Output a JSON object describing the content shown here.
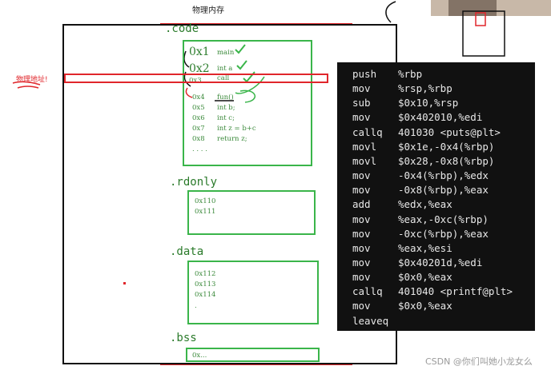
{
  "diagram": {
    "title": "物理内存",
    "physical_address_label": "物理地址!",
    "segments": {
      "code": {
        "label": ".code",
        "big_addrs": [
          "0x1",
          "0x2"
        ],
        "rows": [
          {
            "addr": "",
            "text": "main"
          },
          {
            "addr": "",
            "text": "int a"
          },
          {
            "addr": "0x3",
            "text": "call"
          },
          {
            "addr": "0x4",
            "text": "fun()"
          },
          {
            "addr": "0x5",
            "text": "int b;"
          },
          {
            "addr": "0x6",
            "text": "int c;"
          },
          {
            "addr": "0x7",
            "text": "int z = b+c"
          },
          {
            "addr": "0x8",
            "text": "return z;"
          },
          {
            "addr": ". . . .",
            "text": ""
          }
        ]
      },
      "rdonly": {
        "label": ".rdonly",
        "rows": [
          "0x110",
          "0x111"
        ]
      },
      "data": {
        "label": ".data",
        "rows": [
          "0x112",
          "0x113",
          "0x114",
          "."
        ]
      },
      "bss": {
        "label": ".bss",
        "rows": [
          "0x..."
        ]
      }
    }
  },
  "assembly": [
    {
      "op": "push",
      "args": "%rbp"
    },
    {
      "op": "mov",
      "args": "%rsp,%rbp"
    },
    {
      "op": "sub",
      "args": "$0x10,%rsp"
    },
    {
      "op": "mov",
      "args": "$0x402010,%edi"
    },
    {
      "op": "callq",
      "args": "401030 <puts@plt>"
    },
    {
      "op": "movl",
      "args": "$0x1e,-0x4(%rbp)"
    },
    {
      "op": "movl",
      "args": "$0x28,-0x8(%rbp)"
    },
    {
      "op": "mov",
      "args": "-0x4(%rbp),%edx"
    },
    {
      "op": "mov",
      "args": "-0x8(%rbp),%eax"
    },
    {
      "op": "add",
      "args": "%edx,%eax"
    },
    {
      "op": "mov",
      "args": "%eax,-0xc(%rbp)"
    },
    {
      "op": "mov",
      "args": "-0xc(%rbp),%eax"
    },
    {
      "op": "mov",
      "args": "%eax,%esi"
    },
    {
      "op": "mov",
      "args": "$0x40201d,%edi"
    },
    {
      "op": "mov",
      "args": "$0x0,%eax"
    },
    {
      "op": "callq",
      "args": "401040 <printf@plt>"
    },
    {
      "op": "mov",
      "args": "$0x0,%eax"
    },
    {
      "op": "leaveq",
      "args": ""
    }
  ],
  "watermark": "CSDN @你们叫她小龙女么",
  "colors": {
    "green": "#3ab54a",
    "red": "#e0262b",
    "panel": "#111111"
  }
}
